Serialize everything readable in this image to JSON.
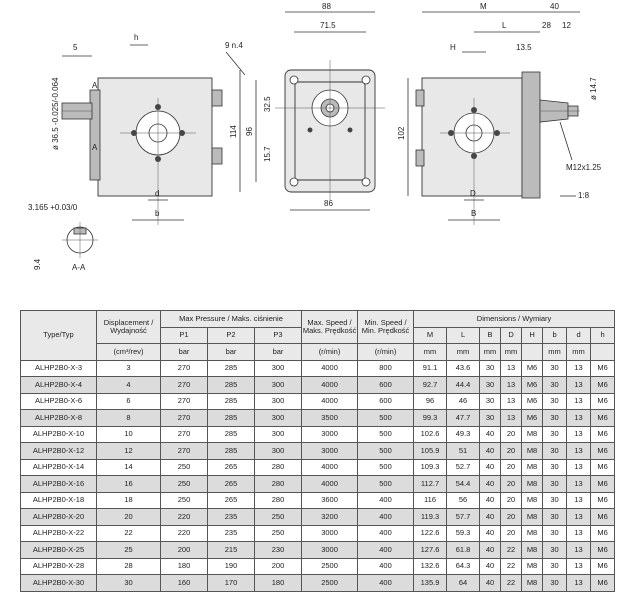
{
  "drawing": {
    "left": {
      "dim_5": "5",
      "dim_h": "h",
      "dim_9": "9 n.4",
      "dim_shaft": "ø 36.5 -0.025/-0.064",
      "section_A": "A",
      "dim_d": "d",
      "dim_b": "b",
      "dim_3165": "3.165 +0.03/0",
      "dim_94": "9.4",
      "section_label": "A-A"
    },
    "front": {
      "dim_88": "88",
      "dim_715": "71.5",
      "dim_325": "32.5",
      "dim_157": "15.7",
      "dim_114": "114",
      "dim_96": "96",
      "dim_86": "86"
    },
    "right": {
      "dim_M": "M",
      "dim_40": "40",
      "dim_L": "L",
      "dim_28": "28",
      "dim_12": "12",
      "dim_H": "H",
      "dim_135": "13.5",
      "dim_147": "ø 14.7",
      "dim_102": "102",
      "dim_M12": "M12x1.25",
      "dim_D": "D",
      "dim_B": "B",
      "dim_18": "1:8"
    }
  },
  "table": {
    "headers": {
      "type": "Type/Typ",
      "displacement": "Displacement / Wydajność",
      "displacement_unit": "(cm³/rev)",
      "pressure": "Max Pressure / Maks. ciśnienie",
      "p1": "P1",
      "p2": "P2",
      "p3": "P3",
      "bar1": "bar",
      "bar2": "bar",
      "bar3": "bar",
      "max_speed": "Max. Speed / Maks. Prędkość",
      "min_speed": "Min. Speed / Min. Prędkość",
      "speed_unit1": "(r/min)",
      "speed_unit2": "(r/min)",
      "dimensions": "Dimensions / Wymiary",
      "M": "M",
      "L": "L",
      "B": "B",
      "D": "D",
      "H": "H",
      "b": "b",
      "d": "d",
      "h": "h",
      "mm_M": "mm",
      "mm_L": "mm",
      "mm_B": "mm",
      "mm_D": "mm",
      "mm_b": "mm",
      "mm_d": "mm"
    },
    "rows": [
      [
        "ALHP2B0-X-3",
        "3",
        "270",
        "285",
        "300",
        "4000",
        "800",
        "91.1",
        "43.6",
        "30",
        "13",
        "M6",
        "30",
        "13",
        "M6"
      ],
      [
        "ALHP2B0-X-4",
        "4",
        "270",
        "285",
        "300",
        "4000",
        "600",
        "92.7",
        "44.4",
        "30",
        "13",
        "M6",
        "30",
        "13",
        "M6"
      ],
      [
        "ALHP2B0-X-6",
        "6",
        "270",
        "285",
        "300",
        "4000",
        "600",
        "96",
        "46",
        "30",
        "13",
        "M6",
        "30",
        "13",
        "M6"
      ],
      [
        "ALHP2B0-X-8",
        "8",
        "270",
        "285",
        "300",
        "3500",
        "500",
        "99.3",
        "47.7",
        "30",
        "13",
        "M6",
        "30",
        "13",
        "M6"
      ],
      [
        "ALHP2B0-X-10",
        "10",
        "270",
        "285",
        "300",
        "3000",
        "500",
        "102.6",
        "49.3",
        "40",
        "20",
        "M8",
        "30",
        "13",
        "M6"
      ],
      [
        "ALHP2B0-X-12",
        "12",
        "270",
        "285",
        "300",
        "3000",
        "500",
        "105.9",
        "51",
        "40",
        "20",
        "M8",
        "30",
        "13",
        "M6"
      ],
      [
        "ALHP2B0-X-14",
        "14",
        "250",
        "265",
        "280",
        "4000",
        "500",
        "109.3",
        "52.7",
        "40",
        "20",
        "M8",
        "30",
        "13",
        "M6"
      ],
      [
        "ALHP2B0-X-16",
        "16",
        "250",
        "265",
        "280",
        "4000",
        "500",
        "112.7",
        "54.4",
        "40",
        "20",
        "M8",
        "30",
        "13",
        "M6"
      ],
      [
        "ALHP2B0-X-18",
        "18",
        "250",
        "265",
        "280",
        "3600",
        "400",
        "116",
        "56",
        "40",
        "20",
        "M8",
        "30",
        "13",
        "M6"
      ],
      [
        "ALHP2B0-X-20",
        "20",
        "220",
        "235",
        "250",
        "3200",
        "400",
        "119.3",
        "57.7",
        "40",
        "20",
        "M8",
        "30",
        "13",
        "M6"
      ],
      [
        "ALHP2B0-X-22",
        "22",
        "220",
        "235",
        "250",
        "3000",
        "400",
        "122.6",
        "59.3",
        "40",
        "20",
        "M8",
        "30",
        "13",
        "M6"
      ],
      [
        "ALHP2B0-X-25",
        "25",
        "200",
        "215",
        "230",
        "3000",
        "400",
        "127.6",
        "61.8",
        "40",
        "22",
        "M8",
        "30",
        "13",
        "M6"
      ],
      [
        "ALHP2B0-X-28",
        "28",
        "180",
        "190",
        "200",
        "2500",
        "400",
        "132.6",
        "64.3",
        "40",
        "22",
        "M8",
        "30",
        "13",
        "M6"
      ],
      [
        "ALHP2B0-X-30",
        "30",
        "160",
        "170",
        "180",
        "2500",
        "400",
        "135.9",
        "64",
        "40",
        "22",
        "M8",
        "30",
        "13",
        "M6"
      ]
    ]
  }
}
